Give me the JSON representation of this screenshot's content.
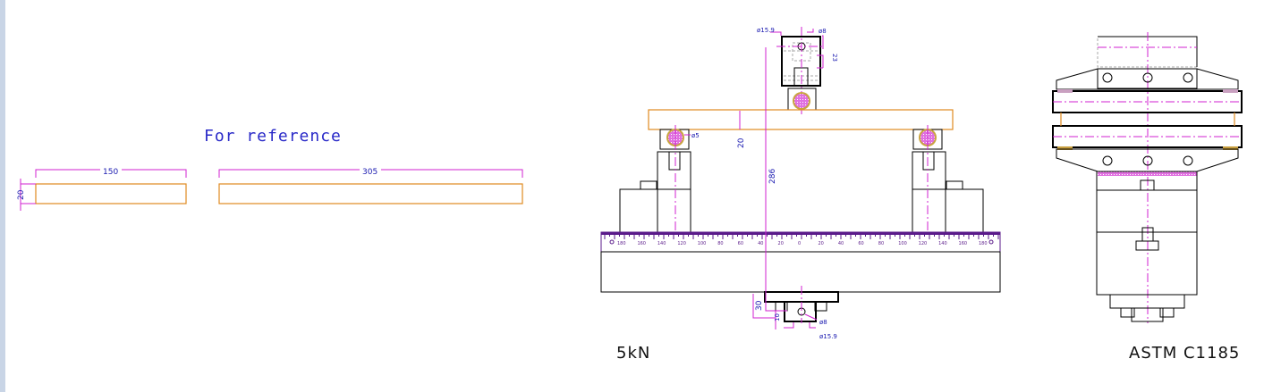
{
  "reference": {
    "title": "For reference",
    "short_length": "150",
    "long_length": "305",
    "thickness": "20"
  },
  "front_view": {
    "label": "5kN",
    "top_hole_dia": "ø15.9",
    "top_pin_dia": "ø8",
    "top_height": "23",
    "roller_dia": "ø5",
    "specimen_thickness": "20",
    "overall_height": "286",
    "bottom_height": "30",
    "bottom_offset": "10",
    "bottom_pin_dia": "ø8",
    "bottom_hole_dia": "ø15.9",
    "ruler_labels": [
      "180",
      "160",
      "140",
      "120",
      "100",
      "80",
      "60",
      "40",
      "20",
      "0",
      "20",
      "40",
      "60",
      "80",
      "100",
      "120",
      "140",
      "160",
      "180"
    ]
  },
  "side_view": {
    "label": "ASTM C1185"
  },
  "colors": {
    "dimension": "#d020d0",
    "text": "#1a1ab0",
    "specimen": "#e08a20",
    "ruler": "#5a1a8a"
  }
}
